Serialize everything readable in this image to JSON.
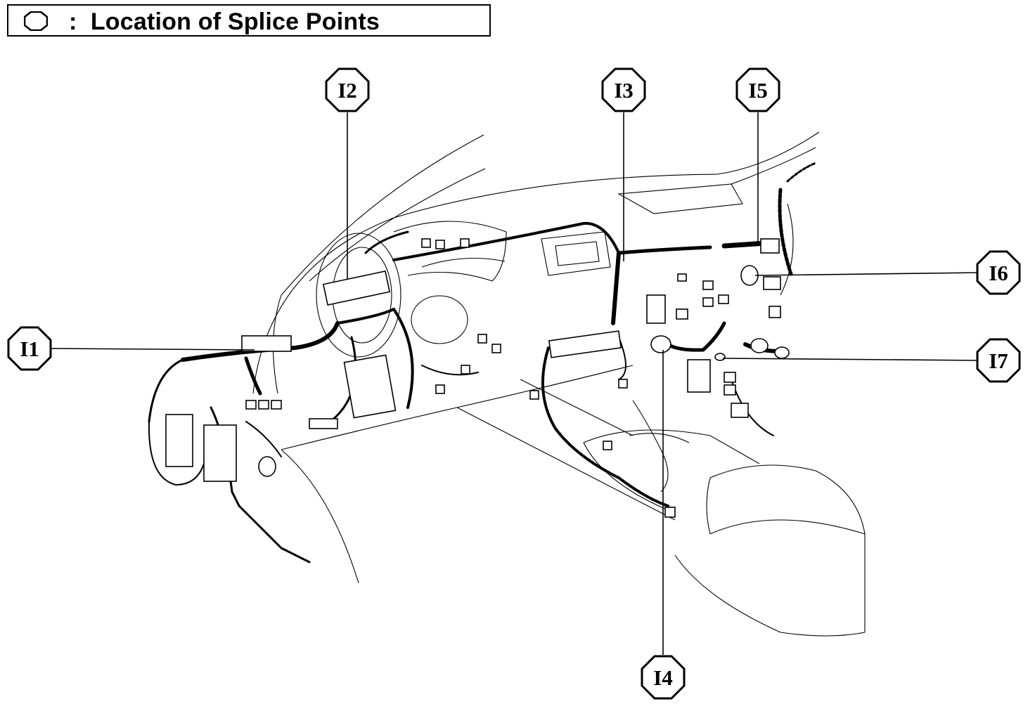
{
  "legend": {
    "symbol": "octagon",
    "separator": ":",
    "text": "Location of Splice Points"
  },
  "splice_points": [
    {
      "id": "I1"
    },
    {
      "id": "I2"
    },
    {
      "id": "I3"
    },
    {
      "id": "I4"
    },
    {
      "id": "I5"
    },
    {
      "id": "I6"
    },
    {
      "id": "I7"
    }
  ]
}
